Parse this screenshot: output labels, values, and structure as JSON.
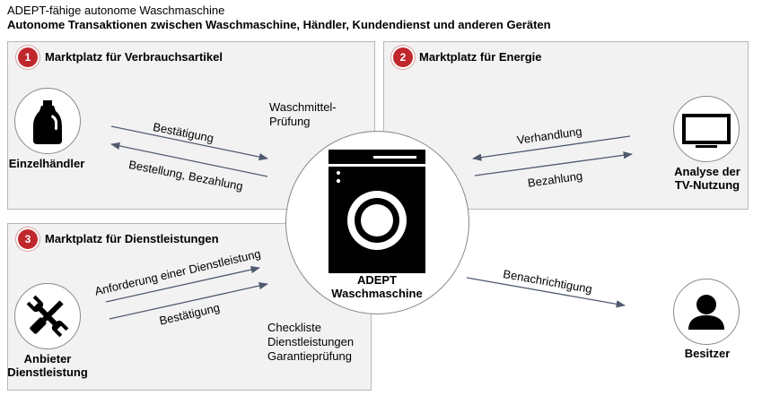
{
  "header": {
    "title": "ADEPT-fähige autonome Waschmaschine",
    "subtitle": "Autonome Transaktionen zwischen Waschmaschine, Händler, Kundendienst und anderen Geräten"
  },
  "panels": {
    "consumables": {
      "number": "1",
      "title": "Marktplatz für Verbrauchsartikel"
    },
    "energy": {
      "number": "2",
      "title": "Marktplatz für Energie"
    },
    "services": {
      "number": "3",
      "title": "Marktplatz für Dienstleistungen"
    }
  },
  "nodes": {
    "retailer": "Einzelhändler",
    "tv_line1": "Analyse der",
    "tv_line2": "TV-Nutzung",
    "provider_line1": "Anbieter",
    "provider_line2": "Dienstleistung",
    "washer_line1": "ADEPT",
    "washer_line2": "Waschmaschine",
    "owner": "Besitzer"
  },
  "flows": {
    "confirmation_1": "Bestätigung",
    "order_payment": "Bestellung, Bezahlung",
    "detergent_line1": "Waschmittel-",
    "detergent_line2": "Prüfung",
    "negotiation": "Verhandlung",
    "payment": "Bezahlung",
    "service_request": "Anforderung einer Dienstleistung",
    "confirmation_3": "Bestätigung",
    "checklist_line1": "Checkliste",
    "checklist_line2": "Dienstleistungen",
    "checklist_line3": "Garantieprüfung",
    "notification": "Benachrichtigung"
  },
  "icons": {
    "retailer": "detergent-bottle-icon",
    "tv": "television-icon",
    "provider": "wrench-screwdriver-icon",
    "washer": "washing-machine-icon",
    "owner": "person-icon"
  },
  "colors": {
    "badge": "#c0272d",
    "panel": "#f2f2f2",
    "arrow": "#505a6e"
  }
}
